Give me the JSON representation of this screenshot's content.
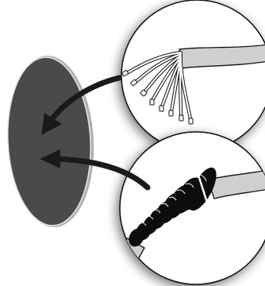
{
  "colors": {
    "background": "#ffffff",
    "panel_fill": "#4a4a4a",
    "panel_edge": "#e6e6e6",
    "arrow": "#1a1a1a",
    "cable_stroke": "#111111",
    "cable_fill": "#cfcfcf",
    "wire_fill": "#ffffff",
    "grommet": "#0d0d0d"
  },
  "icons": {
    "panel": "round-panel-icon",
    "wires": "stripped-wires-icon",
    "grommet": "cable-grommet-icon"
  },
  "callouts": [
    {
      "name": "stripped-wires-callout",
      "shows": "cable-with-stripped-wires"
    },
    {
      "name": "grommet-callout",
      "shows": "cable-grommet"
    }
  ]
}
